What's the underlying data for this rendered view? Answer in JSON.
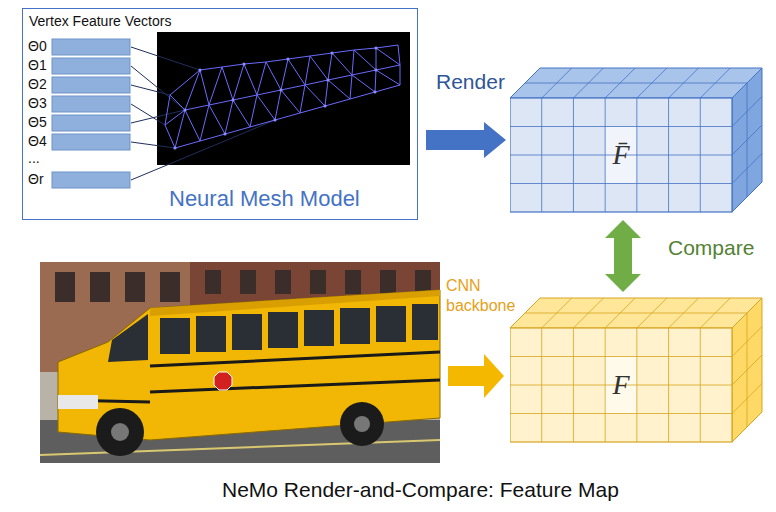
{
  "diagram": {
    "caption": "NeMo Render-and-Compare: Feature Map",
    "nodes": [
      {
        "text": [
          "Vertex Feature Vectors",
          "Neural Mesh Model"
        ]
      },
      {
        "text": [
          "F̄"
        ]
      },
      {
        "text": [
          "F"
        ]
      }
    ],
    "edges": [
      {
        "from": 0,
        "to": 1,
        "arrow": "to",
        "label": "Render"
      },
      {
        "from": 1,
        "to": 2,
        "arrow": "both",
        "label": "Compare"
      }
    ],
    "labels": [
      "Θ0",
      "Θ1",
      "Θ2",
      "Θ3",
      "Θ5",
      "Θ4",
      "...",
      "Θr",
      "CNN backbone"
    ]
  }
}
